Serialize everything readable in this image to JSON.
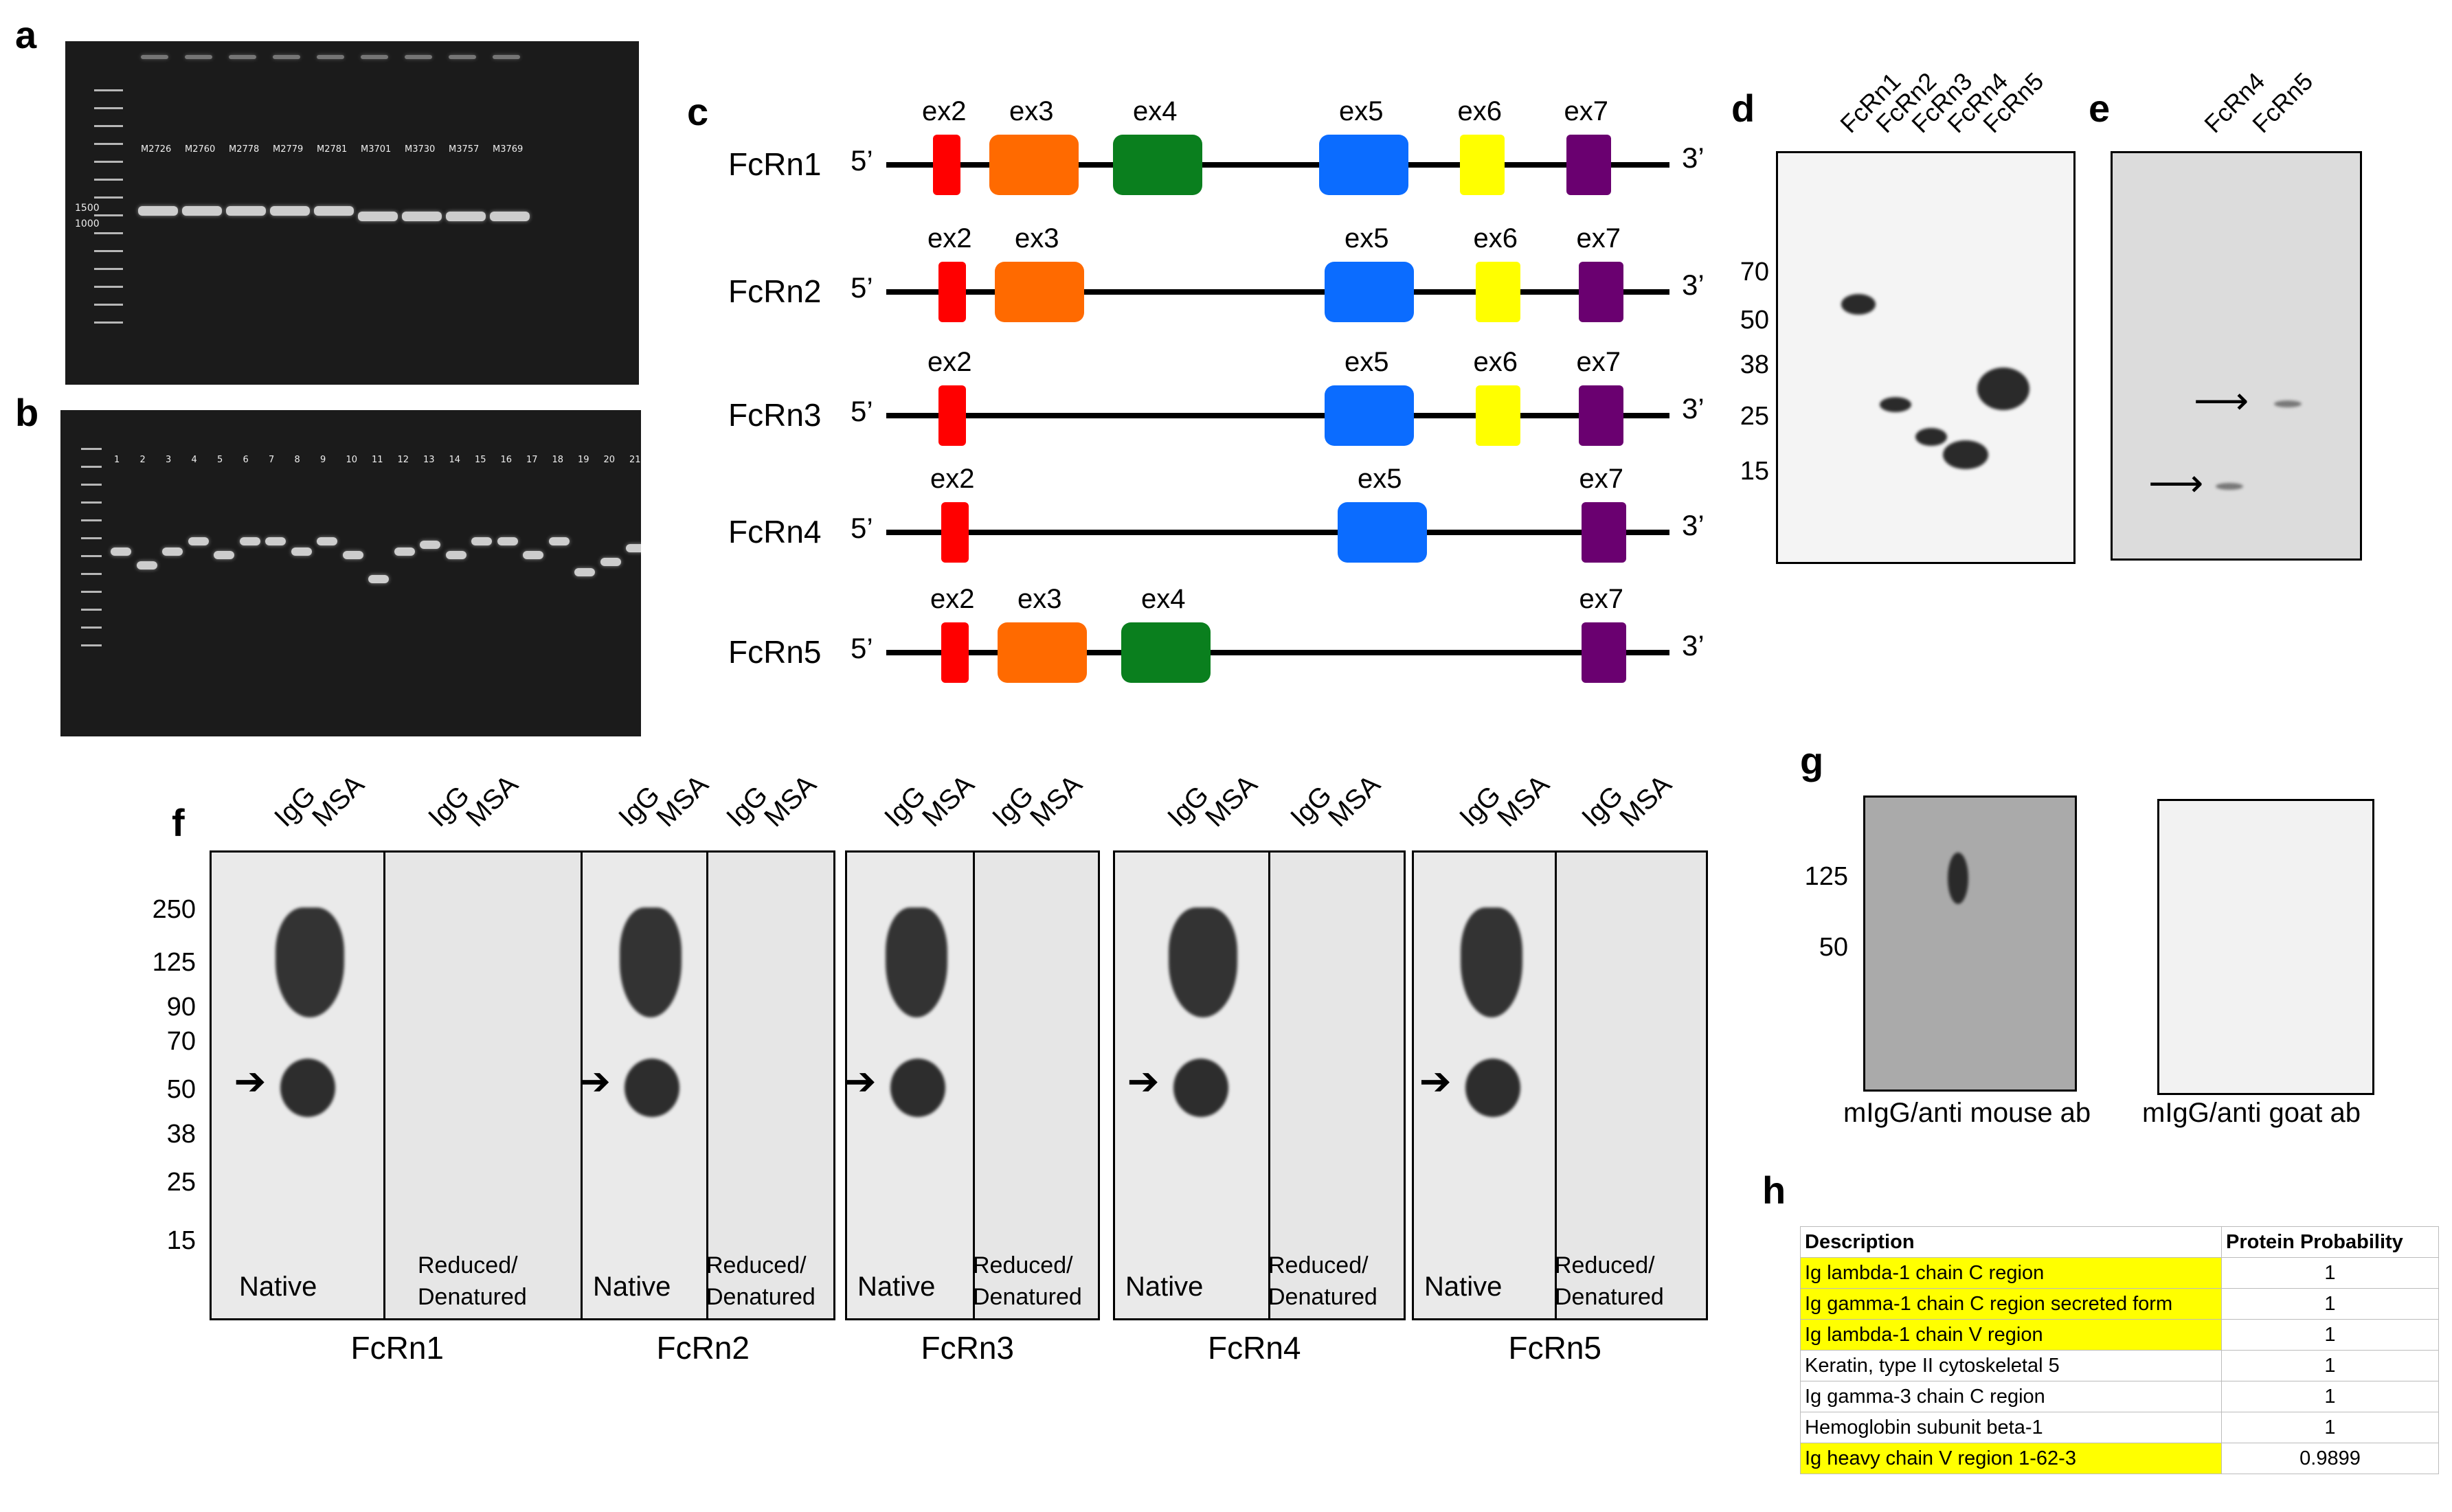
{
  "panels": {
    "a": "a",
    "b": "b",
    "c": "c",
    "d": "d",
    "e": "e",
    "f": "f",
    "g": "g",
    "h": "h"
  },
  "panel_a": {
    "lanes": [
      "M2726",
      "M2760",
      "M2778",
      "M2779",
      "M2781",
      "M3701",
      "M3730",
      "M3757",
      "M3769"
    ],
    "ladder_1500": "1500",
    "ladder_1000": "1000"
  },
  "panel_b": {
    "lanes": [
      "1",
      "2",
      "3",
      "4",
      "5",
      "6",
      "7",
      "8",
      "9",
      "10",
      "11",
      "12",
      "13",
      "14",
      "15",
      "16",
      "17",
      "18",
      "19",
      "20",
      "21"
    ]
  },
  "panel_c": {
    "prime5": "5’",
    "prime3": "3’",
    "exon_colors": {
      "ex2": "#ff0000",
      "ex3": "#ff6a00",
      "ex4": "#0a7f1e",
      "ex5": "#0b6cff",
      "ex6": "#ffff00",
      "ex7": "#6a0070"
    },
    "genes": [
      {
        "name": "FcRn1",
        "exons": [
          "ex2",
          "ex3",
          "ex4",
          "ex5",
          "ex6",
          "ex7"
        ]
      },
      {
        "name": "FcRn2",
        "exons": [
          "ex2",
          "ex3",
          "ex5",
          "ex6",
          "ex7"
        ]
      },
      {
        "name": "FcRn3",
        "exons": [
          "ex2",
          "ex5",
          "ex6",
          "ex7"
        ]
      },
      {
        "name": "FcRn4",
        "exons": [
          "ex2",
          "ex5",
          "ex7"
        ]
      },
      {
        "name": "FcRn5",
        "exons": [
          "ex2",
          "ex3",
          "ex4",
          "ex7"
        ]
      }
    ]
  },
  "panel_d": {
    "lanes": [
      "FcRn1",
      "FcRn2",
      "FcRn3",
      "FcRn4",
      "FcRn5"
    ],
    "markers": [
      "70",
      "50",
      "38",
      "25",
      "15"
    ]
  },
  "panel_e": {
    "lanes": [
      "FcRn4",
      "FcRn5"
    ]
  },
  "panel_f": {
    "lane_labels": [
      "IgG",
      "MSA"
    ],
    "markers": [
      "250",
      "125",
      "90",
      "70",
      "50",
      "38",
      "25",
      "15"
    ],
    "native_label": "Native",
    "denatured_label_1": "Reduced/",
    "denatured_label_2": "Denatured",
    "blots": [
      "FcRn1",
      "FcRn2",
      "FcRn3",
      "FcRn4",
      "FcRn5"
    ]
  },
  "panel_g": {
    "markers": [
      "125",
      "50"
    ],
    "captions": [
      "mIgG/anti mouse ab",
      "mIgG/anti goat ab"
    ]
  },
  "panel_h": {
    "headers": [
      "Description",
      "Protein Probability"
    ],
    "rows": [
      {
        "description": "Ig lambda-1 chain C region",
        "probability": "1",
        "highlight": true
      },
      {
        "description": "Ig gamma-1 chain C region secreted form",
        "probability": "1",
        "highlight": true
      },
      {
        "description": "Ig lambda-1 chain V region",
        "probability": "1",
        "highlight": true
      },
      {
        "description": "Keratin, type II cytoskeletal 5",
        "probability": "1",
        "highlight": false
      },
      {
        "description": "Ig gamma-3 chain C region",
        "probability": "1",
        "highlight": false
      },
      {
        "description": "Hemoglobin subunit beta-1",
        "probability": "1",
        "highlight": false
      },
      {
        "description": "Ig heavy chain V region 1-62-3",
        "probability": "0.9899",
        "highlight": true
      }
    ],
    "highlight_color": "#ffff00"
  }
}
